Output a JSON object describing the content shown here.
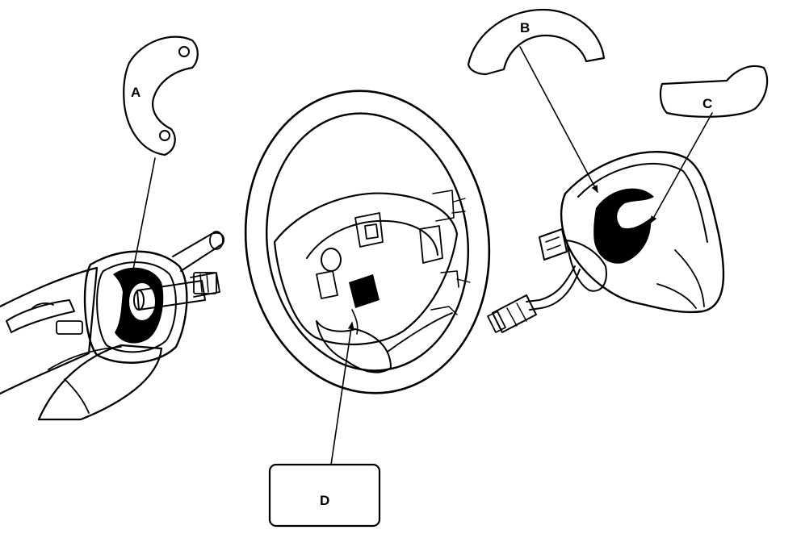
{
  "labels": {
    "a": "A",
    "b": "B",
    "c": "C",
    "d": "D"
  },
  "colors": {
    "ink": "#000000",
    "paper": "#ffffff"
  }
}
